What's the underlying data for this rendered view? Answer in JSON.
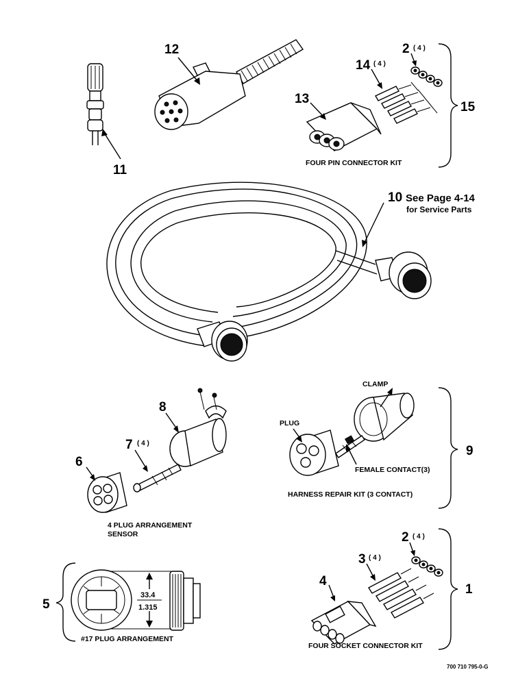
{
  "callouts": {
    "c1": "1",
    "c2a": "2",
    "c2b": "2",
    "c3": "3",
    "c4": "4",
    "c5": "5",
    "c6": "6",
    "c7": "7",
    "c8": "8",
    "c9": "9",
    "c10": "10",
    "c11": "11",
    "c12": "12",
    "c13": "13",
    "c14": "14",
    "c15": "15"
  },
  "quantities": {
    "q2a": "( 4 )",
    "q14": "( 4 )",
    "q7": "( 4 )",
    "q2b": "( 4 )",
    "q3": "( 4 )"
  },
  "captions": {
    "four_pin_kit": "FOUR PIN CONNECTOR KIT",
    "four_plug_line1": "4 PLUG ARRANGEMENT",
    "four_plug_line2": "SENSOR",
    "harness_kit": "HARNESS REPAIR KIT (3 CONTACT)",
    "plug17": "#17 PLUG ARRANGEMENT",
    "four_socket_kit": "FOUR SOCKET CONNECTOR KIT"
  },
  "labels": {
    "clamp": "CLAMP",
    "plug": "PLUG",
    "female_contact": "FEMALE CONTACT(3)",
    "see_page": "See Page 4-14",
    "service_parts": "for Service Parts"
  },
  "dimension": {
    "metric": "33.4",
    "imperial": "1.315"
  },
  "footer": {
    "drawing_id": "700 710 795-0-G"
  }
}
